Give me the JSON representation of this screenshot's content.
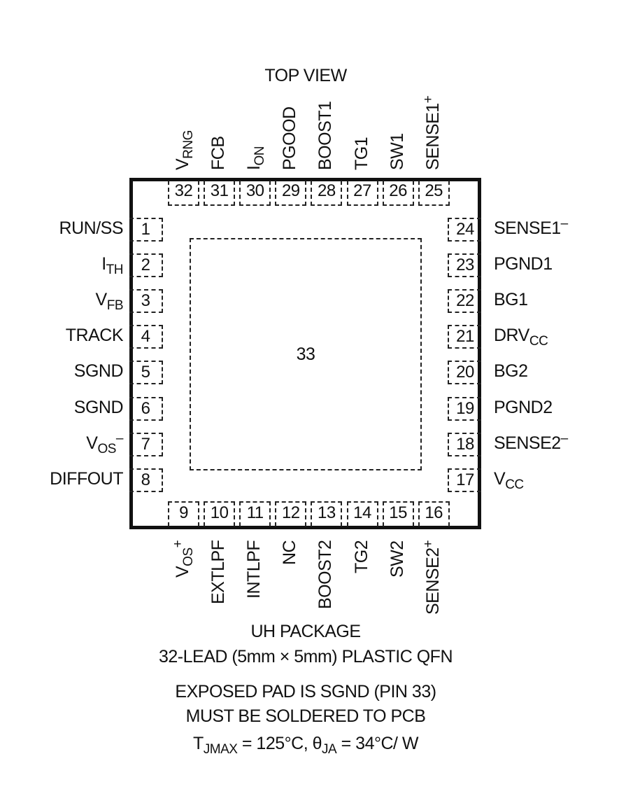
{
  "header": {
    "view_label": "TOP VIEW"
  },
  "exposed_pad": {
    "number": "33"
  },
  "pins": {
    "top": [
      {
        "num": "32",
        "label": "V",
        "sub": "RNG",
        "sup": ""
      },
      {
        "num": "31",
        "label": "FCB",
        "sub": "",
        "sup": ""
      },
      {
        "num": "30",
        "label": "I",
        "sub": "ON",
        "sup": ""
      },
      {
        "num": "29",
        "label": "PGOOD",
        "sub": "",
        "sup": ""
      },
      {
        "num": "28",
        "label": "BOOST1",
        "sub": "",
        "sup": ""
      },
      {
        "num": "27",
        "label": "TG1",
        "sub": "",
        "sup": ""
      },
      {
        "num": "26",
        "label": "SW1",
        "sub": "",
        "sup": ""
      },
      {
        "num": "25",
        "label": "SENSE1",
        "sub": "",
        "sup": "+"
      }
    ],
    "left": [
      {
        "num": "1",
        "label": "RUN/SS",
        "sub": "",
        "sup": ""
      },
      {
        "num": "2",
        "label": "I",
        "sub": "TH",
        "sup": ""
      },
      {
        "num": "3",
        "label": "V",
        "sub": "FB",
        "sup": ""
      },
      {
        "num": "4",
        "label": "TRACK",
        "sub": "",
        "sup": ""
      },
      {
        "num": "5",
        "label": "SGND",
        "sub": "",
        "sup": ""
      },
      {
        "num": "6",
        "label": "SGND",
        "sub": "",
        "sup": ""
      },
      {
        "num": "7",
        "label": "V",
        "sub": "OS",
        "sup": "–"
      },
      {
        "num": "8",
        "label": "DIFFOUT",
        "sub": "",
        "sup": ""
      }
    ],
    "right": [
      {
        "num": "24",
        "label": "SENSE1",
        "sub": "",
        "sup": "–"
      },
      {
        "num": "23",
        "label": "PGND1",
        "sub": "",
        "sup": ""
      },
      {
        "num": "22",
        "label": "BG1",
        "sub": "",
        "sup": ""
      },
      {
        "num": "21",
        "label": "DRV",
        "sub": "CC",
        "sup": ""
      },
      {
        "num": "20",
        "label": "BG2",
        "sub": "",
        "sup": ""
      },
      {
        "num": "19",
        "label": "PGND2",
        "sub": "",
        "sup": ""
      },
      {
        "num": "18",
        "label": "SENSE2",
        "sub": "",
        "sup": "–"
      },
      {
        "num": "17",
        "label": "V",
        "sub": "CC",
        "sup": ""
      }
    ],
    "bottom": [
      {
        "num": "9",
        "label": "V",
        "sub": "OS",
        "sup": "+"
      },
      {
        "num": "10",
        "label": "EXTLPF",
        "sub": "",
        "sup": ""
      },
      {
        "num": "11",
        "label": "INTLPF",
        "sub": "",
        "sup": ""
      },
      {
        "num": "12",
        "label": "NC",
        "sub": "",
        "sup": ""
      },
      {
        "num": "13",
        "label": "BOOST2",
        "sub": "",
        "sup": ""
      },
      {
        "num": "14",
        "label": "TG2",
        "sub": "",
        "sup": ""
      },
      {
        "num": "15",
        "label": "SW2",
        "sub": "",
        "sup": ""
      },
      {
        "num": "16",
        "label": "SENSE2",
        "sub": "",
        "sup": "+"
      }
    ]
  },
  "caption": {
    "package_name": "UH PACKAGE",
    "package_desc": "32-LEAD (5mm × 5mm) PLASTIC QFN",
    "note_line1": "EXPOSED PAD IS SGND (PIN 33)",
    "note_line2": "MUST BE SOLDERED TO PCB",
    "thermal": {
      "t": "T",
      "t_sub": "JMAX",
      "t_val": " = 125°C, ",
      "theta": "θ",
      "theta_sub": "JA",
      "theta_val": " = 34°C/ W"
    }
  }
}
